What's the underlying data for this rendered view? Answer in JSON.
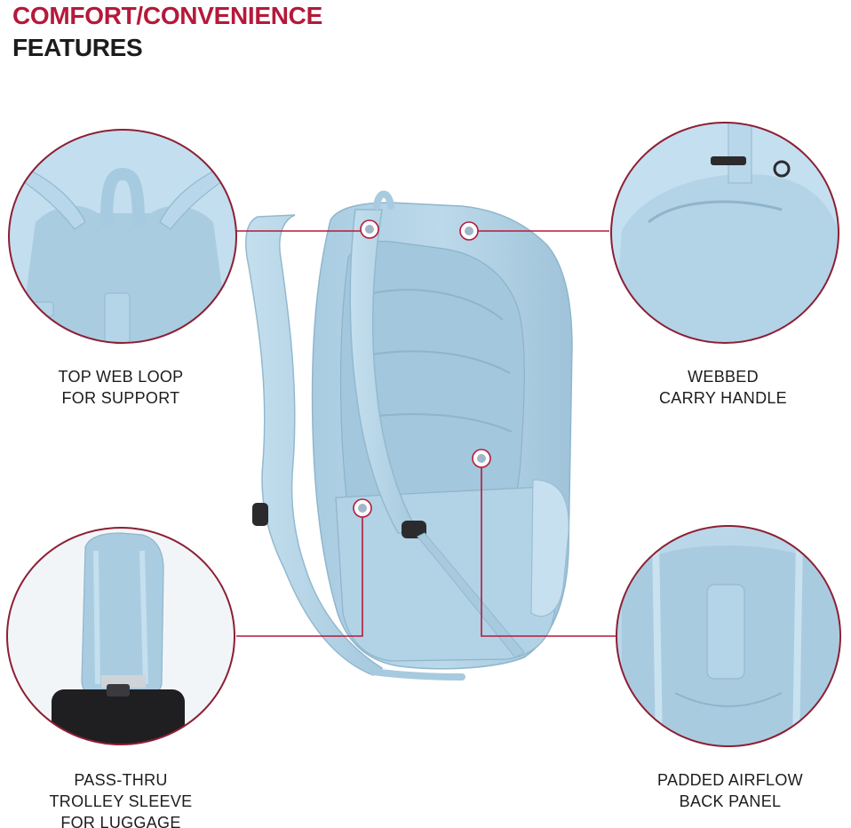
{
  "header": {
    "title_line_1": "COMFORT/CONVENIENCE",
    "title_line_2": "FEATURES"
  },
  "colors": {
    "accent": "#b5193a",
    "title_dark": "#1c1c1c",
    "bag_light": "#b9d6e8",
    "bag_mid": "#9fc4db",
    "bag_shadow": "#86afc9",
    "luggage": "#1f1f22"
  },
  "callouts": {
    "top_left": {
      "line_1": "TOP WEB LOOP",
      "line_2": "FOR SUPPORT"
    },
    "top_right": {
      "line_1": "WEBBED",
      "line_2": "CARRY HANDLE"
    },
    "bottom_left": {
      "line_1": "PASS-THRU",
      "line_2": "TROLLEY SLEEVE",
      "line_3": "FOR LUGGAGE"
    },
    "bottom_right": {
      "line_1": "PADDED AIRFLOW",
      "line_2": "BACK PANEL"
    }
  }
}
